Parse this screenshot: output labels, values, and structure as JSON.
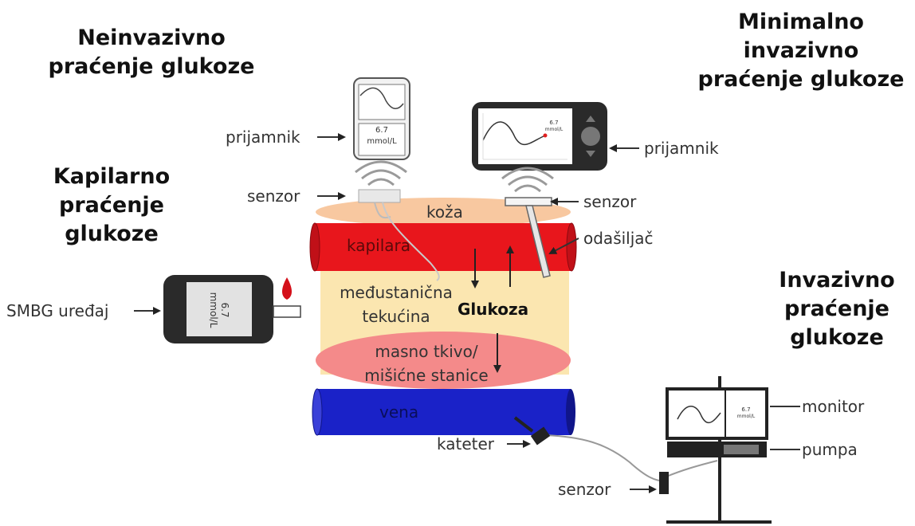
{
  "headings": {
    "noninvasive": [
      "Neinvazivno",
      "praćenje glukoze"
    ],
    "minimally_invasive": [
      "Minimalno",
      "invazivno",
      "praćenje glukoze"
    ],
    "capillary": [
      "Kapilarno",
      "praćenje",
      "glukoze"
    ],
    "invasive": [
      "Invazivno",
      "praćenje",
      "glukoze"
    ]
  },
  "labels": {
    "receiver_left": "prijamnik",
    "sensor_left": "senzor",
    "receiver_right": "prijamnik",
    "sensor_right": "senzor",
    "transmitter": "odašiljač",
    "smbg": "SMBG uređaj",
    "monitor": "monitor",
    "pump": "pumpa",
    "sensor_bottom": "senzor",
    "catheter": "kateter"
  },
  "tissue": {
    "skin": "koža",
    "capillary": "kapilara",
    "interstitial": [
      "međustanična",
      "tekućina"
    ],
    "glucose": "Glukoza",
    "fat_muscle": [
      "masno tkivo/",
      "mišićne stanice"
    ],
    "vein": "vena"
  },
  "devices": {
    "receiver_small_value": "6.7",
    "receiver_small_unit": "mmol/L",
    "receiver_large_value": "6.7",
    "receiver_large_unit": "mmol/L",
    "smbg_value": "6.7",
    "smbg_unit": "mmol/L",
    "monitor_value": "6.7",
    "monitor_unit": "mmol/L"
  },
  "colors": {
    "skin": "#f8c8a0",
    "capillary": "#e8161c",
    "interstitial": "#fbe6b0",
    "fat": "#f48a8a",
    "vein": "#1a22c8",
    "device_dark": "#2a2a2a",
    "blood_drop": "#d4101a"
  }
}
